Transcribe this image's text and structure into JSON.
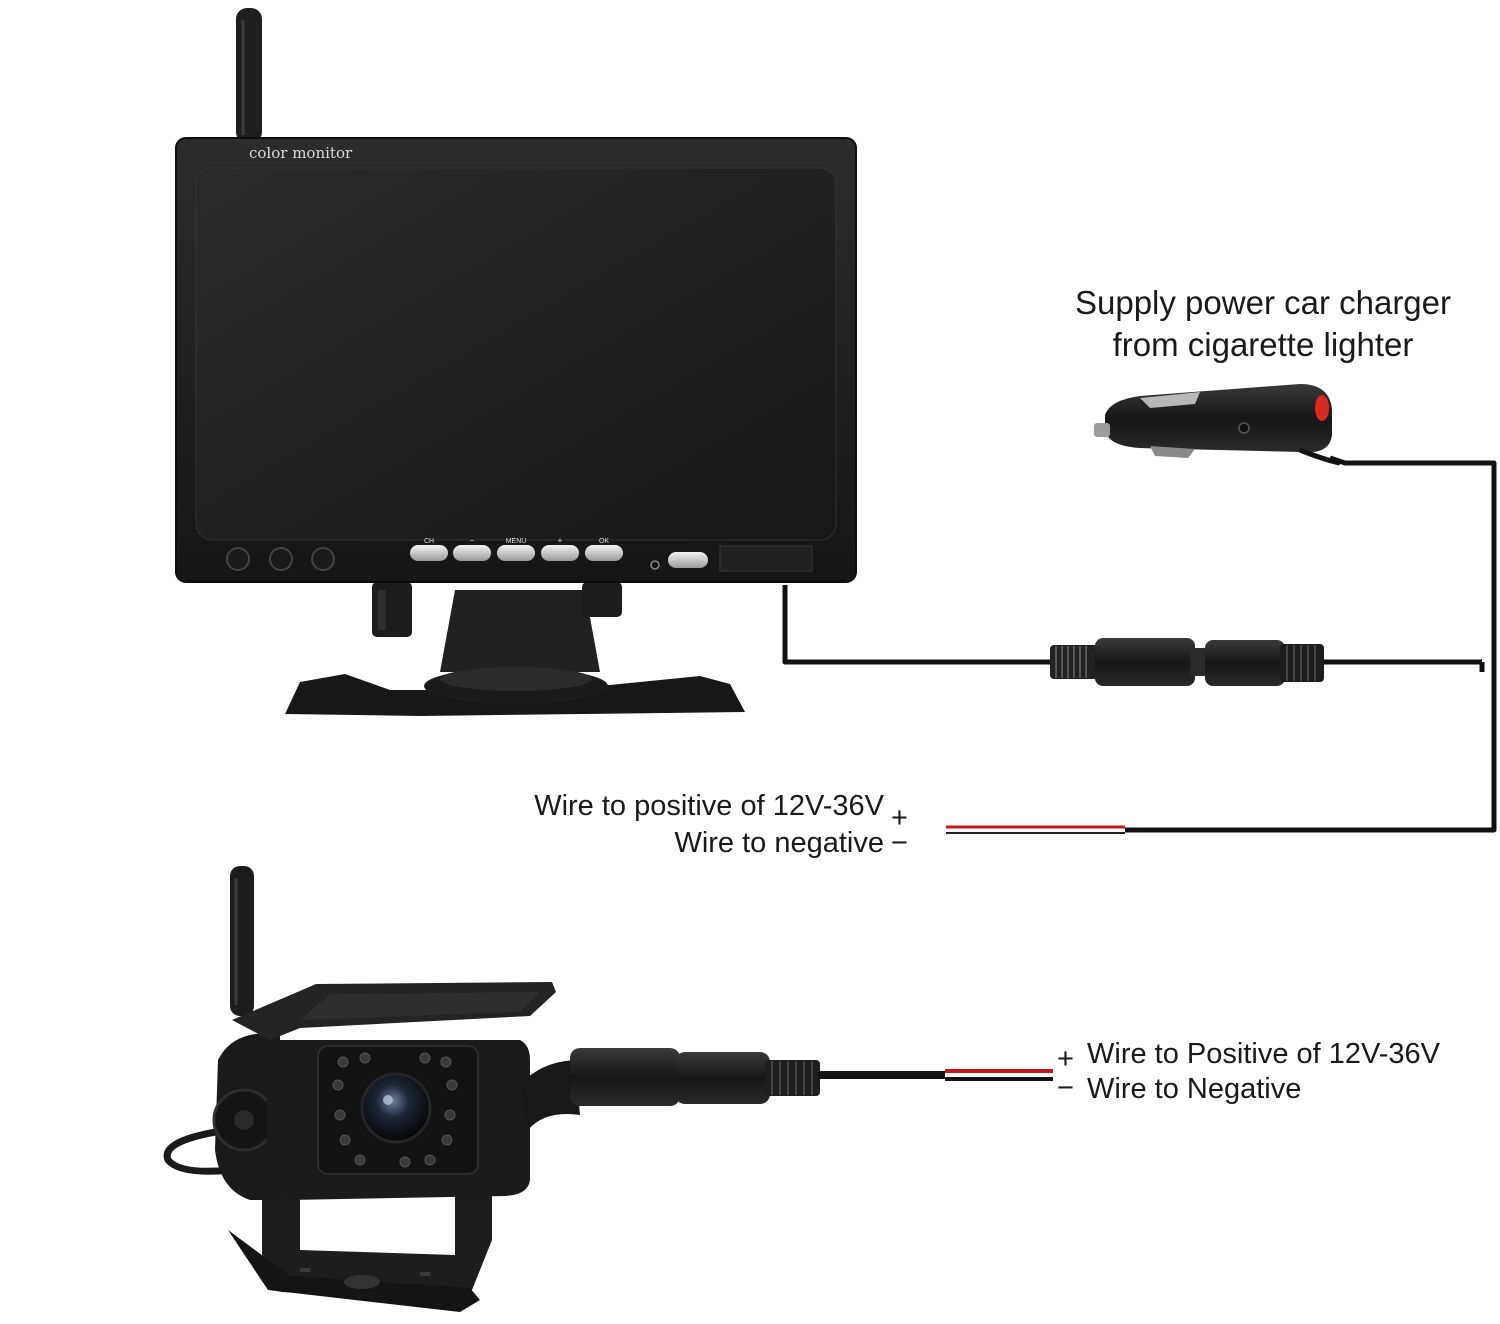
{
  "monitor": {
    "brand_label": "color monitor",
    "buttons": [
      "CH",
      "−",
      "MENU",
      "+",
      "OK"
    ]
  },
  "charger": {
    "caption_line1": "Supply power car charger",
    "caption_line2": "from cigarette lighter"
  },
  "monitor_power": {
    "positive_label": "Wire to positive of 12V-36V",
    "positive_sign": "+",
    "negative_label": "Wire to negative",
    "negative_sign": "−"
  },
  "camera_power": {
    "positive_sign": "+",
    "positive_label": "Wire to Positive of 12V-36V",
    "negative_sign": "−",
    "negative_label": "Wire to Negative"
  },
  "colors": {
    "positive_wire": "#c8161d",
    "negative_wire": "#111111",
    "device_body": "#1b1b1b"
  }
}
